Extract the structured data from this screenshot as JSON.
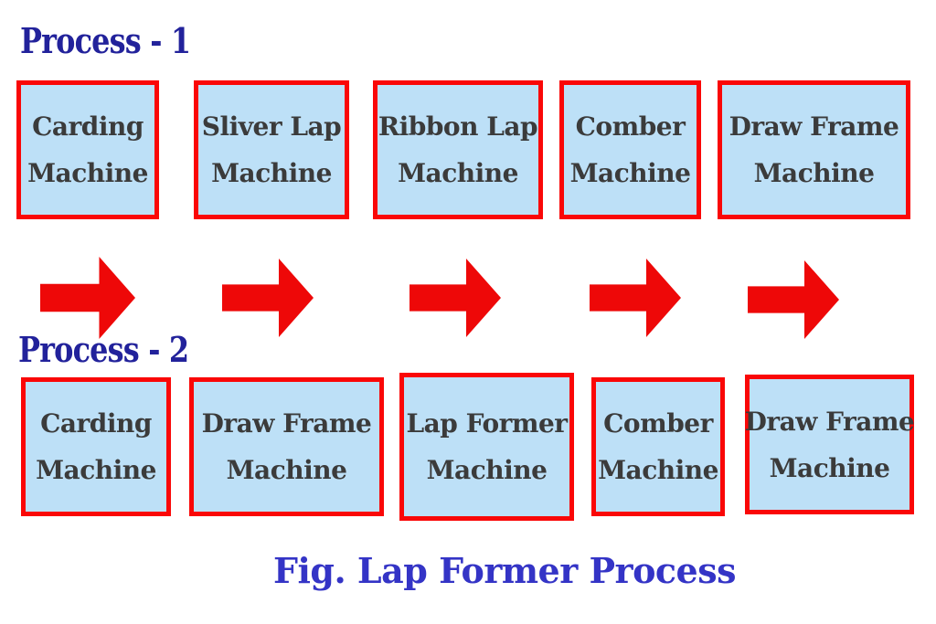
{
  "caption": "Fig. Lap Former Process",
  "colors": {
    "box_fill": "#bde0f7",
    "box_border": "#fa0707",
    "box_text": "#3b3b3b",
    "label_blue": "#22229b",
    "caption_blue": "#3434c6",
    "arrow_red": "#ee0808",
    "background": "#ffffff"
  },
  "process1": {
    "label": "Process - 1",
    "boxes": [
      {
        "line1": "Carding",
        "line2": "Machine"
      },
      {
        "line1": "Sliver Lap",
        "line2": "Machine"
      },
      {
        "line1": "Ribbon Lap",
        "line2": "Machine"
      },
      {
        "line1": "Comber",
        "line2": "Machine"
      },
      {
        "line1": "Draw Frame",
        "line2": "Machine"
      }
    ]
  },
  "process2": {
    "label": "Process - 2",
    "boxes": [
      {
        "line1": "Carding",
        "line2": "Machine"
      },
      {
        "line1": "Draw Frame",
        "line2": "Machine"
      },
      {
        "line1": "Lap Former",
        "line2": "Machine"
      },
      {
        "line1": "Comber",
        "line2": "Machine"
      },
      {
        "line1": "Draw Frame",
        "line2": "Machine"
      }
    ]
  },
  "arrows": {
    "count": 5,
    "direction": "right",
    "color": "#ee0808"
  }
}
